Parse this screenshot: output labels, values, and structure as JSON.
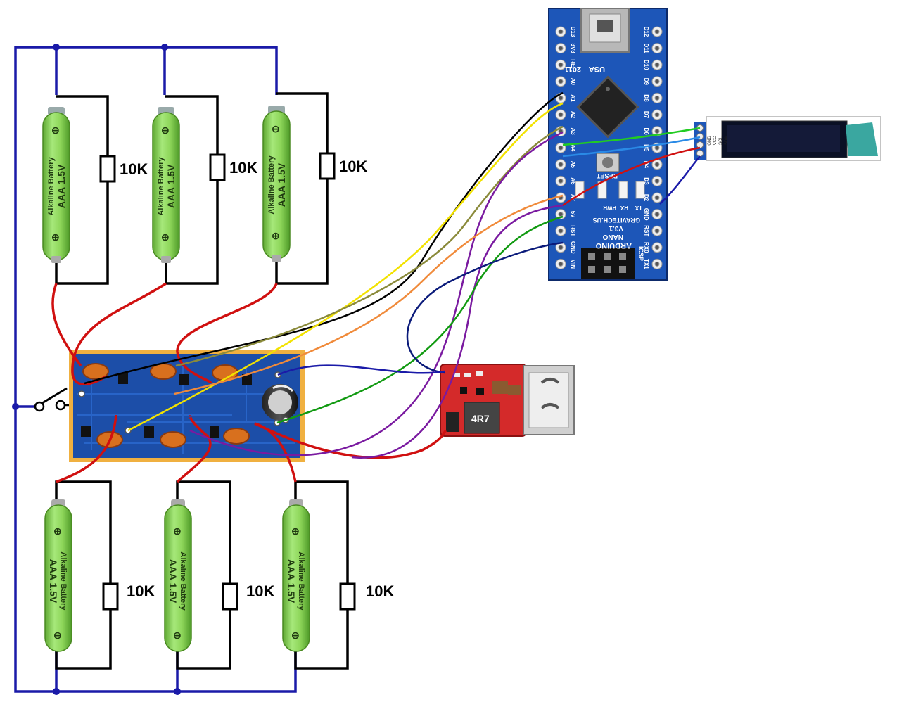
{
  "resistor_label": "10K",
  "battery": {
    "brand": "Alkaline Battery",
    "model": "AAA 1.5V",
    "minus": "⊖",
    "plus": "⊕"
  },
  "arduino": {
    "brand": "ARDUINO",
    "model": "NANO",
    "version": "V3.1",
    "maker": "GRAVITECH.US",
    "reset": "RESET",
    "usa": "USA",
    "year": "2011",
    "pwr": "PWR",
    "rx": "RX",
    "tx": "TX",
    "icsp": "ICSP",
    "left_pins": [
      "D13",
      "3V3",
      "REF",
      "A0",
      "A1",
      "A2",
      "A3",
      "A4",
      "A5",
      "A6",
      "A7",
      "5V",
      "RST",
      "GND",
      "VIN"
    ],
    "right_pins": [
      "D12",
      "D11",
      "D10",
      "D9",
      "D8",
      "D7",
      "D6",
      "D5",
      "D4",
      "D3",
      "D2",
      "GND",
      "RST",
      "RX0",
      "TX1"
    ]
  },
  "oled": {
    "pins": [
      "GND",
      "VCC",
      "SCL",
      "SDA"
    ]
  },
  "converter": {
    "inductor": "4R7"
  },
  "colors": {
    "wire_blue": "#1a1aa8",
    "wire_black": "#000000",
    "wire_red": "#d01010",
    "wire_yellow": "#f2e200",
    "wire_olive": "#8a8a3a",
    "wire_purple": "#7a1aa0",
    "wire_orange": "#f08a3a",
    "wire_green": "#119a11",
    "wire_green_bright": "#22cc22",
    "wire_skyblue": "#2a8ae6",
    "wire_navy": "#0a1a7a",
    "battery": "#8ed65a",
    "board_blue": "#1c4ea8",
    "board_frame": "#f0b040",
    "converter_red": "#d42a2a"
  }
}
